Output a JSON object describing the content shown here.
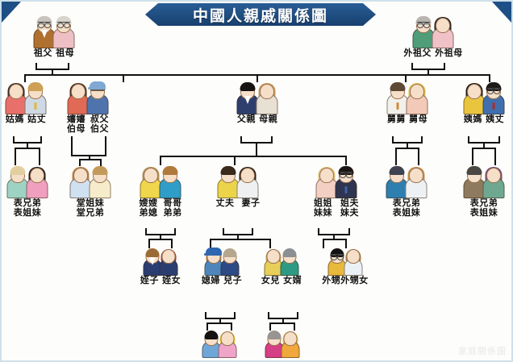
{
  "title": "中國人親戚關係圖",
  "watermark": "家庭關係圖",
  "generations": {
    "g1": [
      {
        "id": "paternal-grandparents",
        "labels": [
          "祖父 祖母"
        ]
      },
      {
        "id": "maternal-grandparents",
        "labels": [
          "外祖父 外祖母"
        ]
      }
    ],
    "g2": [
      {
        "id": "paternal-aunt-couple",
        "labels": [
          "姑媽 姑丈"
        ]
      },
      {
        "id": "paternal-uncle-couple",
        "labels": [
          "嬸嬸",
          "伯母"
        ],
        "labels2": [
          "叔父",
          "伯父"
        ]
      },
      {
        "id": "parents",
        "labels": [
          "父親 母親"
        ]
      },
      {
        "id": "maternal-uncle-couple",
        "labels": [
          "舅舅 舅母"
        ]
      },
      {
        "id": "maternal-aunt-couple",
        "labels": [
          "姨媽 姨丈"
        ]
      }
    ],
    "g3": [
      {
        "id": "cousins-paternal-aunt",
        "line1": "表兄弟",
        "line2": "表姐妹"
      },
      {
        "id": "cousins-paternal-uncle",
        "line1": "堂姐妹",
        "line2": "堂兄弟"
      },
      {
        "id": "brother-and-wife",
        "line1a": "嫂嫂",
        "line2a": "弟媳",
        "line1b": "哥哥",
        "line2b": "弟弟"
      },
      {
        "id": "self-couple",
        "line1a": "丈夫",
        "line1b": "妻子"
      },
      {
        "id": "sister-and-husband",
        "line1a": "姐姐",
        "line2a": "妹妹",
        "line1b": "姐夫",
        "line2b": "妹夫"
      },
      {
        "id": "cousins-maternal-uncle",
        "line1": "表兄弟",
        "line2": "表姐妹"
      },
      {
        "id": "cousins-maternal-aunt",
        "line1": "表兄弟",
        "line2": "表姐妹"
      }
    ],
    "g4": [
      {
        "id": "nephew-niece",
        "label": "姪子 姪女"
      },
      {
        "id": "son-and-wife",
        "label": "媳婦 兒子"
      },
      {
        "id": "daughter-and-husband",
        "label": "女兒 女婿"
      },
      {
        "id": "sisters-children",
        "label": "外甥外甥女"
      }
    ],
    "g5": [
      {
        "id": "grandchildren-son",
        "label": ""
      },
      {
        "id": "grandchildren-daughter",
        "label": ""
      }
    ]
  },
  "colors": {
    "banner": "#1d4f86",
    "line": "#111111",
    "background": "#fdfdfb",
    "border": "#cfe0ea"
  }
}
